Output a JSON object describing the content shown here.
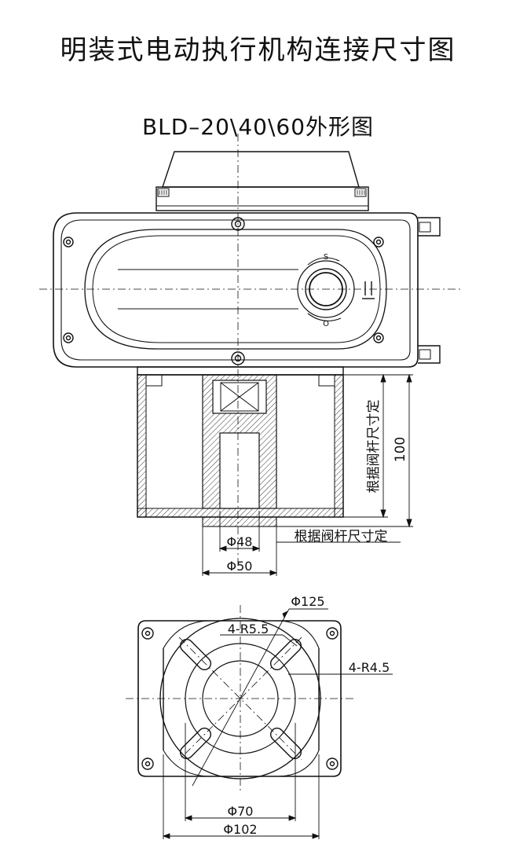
{
  "title": "明装式电动执行机构连接尺寸图",
  "subtitle": "BLD–20\\40\\60外形图",
  "side_view": {
    "switch_top_mark": "S",
    "switch_bottom_mark": "O",
    "stem_note_vertical": "根据阀杆尺寸定",
    "height_dim": "100",
    "stem_note_horizontal": "根据阀杆尺寸定",
    "dim_d48": "Φ48",
    "dim_d50": "Φ50"
  },
  "bottom_view": {
    "dim_d125": "Φ125",
    "dim_r55": "4-R5.5",
    "dim_r45": "4-R4.5",
    "dim_d70": "Φ70",
    "dim_d102": "Φ102"
  },
  "colors": {
    "line": "#111111",
    "background": "#ffffff"
  }
}
